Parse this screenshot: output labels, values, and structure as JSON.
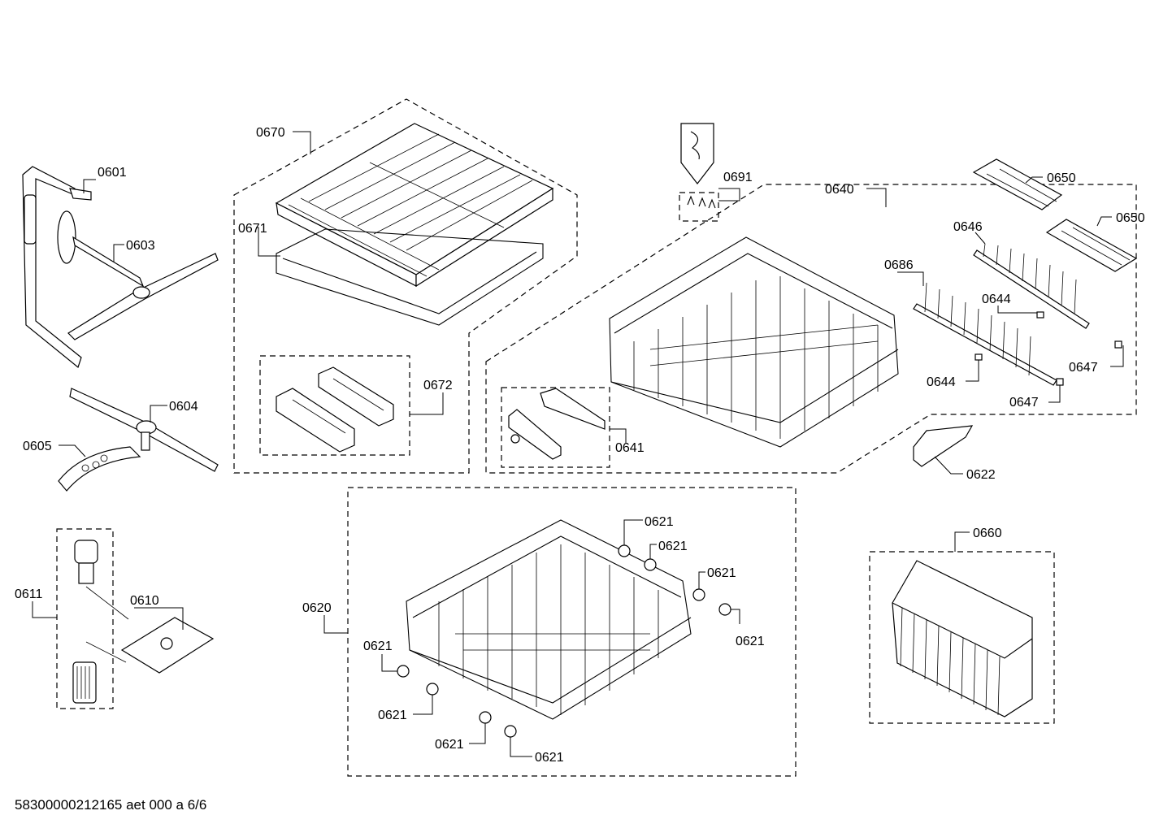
{
  "labels": {
    "p0601": "0601",
    "p0603": "0603",
    "p0604": "0604",
    "p0605": "0605",
    "p0611": "0611",
    "p0610": "0610",
    "p0670": "0670",
    "p0671": "0671",
    "p0672": "0672",
    "p0691": "0691",
    "p0640": "0640",
    "p0641": "0641",
    "p0650a": "0650",
    "p0650b": "0650",
    "p0646": "0646",
    "p0686": "0686",
    "p0644a": "0644",
    "p0644b": "0644",
    "p0647a": "0647",
    "p0647b": "0647",
    "p0622": "0622",
    "p0620": "0620",
    "p0621a": "0621",
    "p0621b": "0621",
    "p0621c": "0621",
    "p0621d": "0621",
    "p0621e": "0621",
    "p0621f": "0621",
    "p0621g": "0621",
    "p0621h": "0621",
    "p0660": "0660"
  },
  "footer": "58300000212165 aet 000 a 6/6"
}
